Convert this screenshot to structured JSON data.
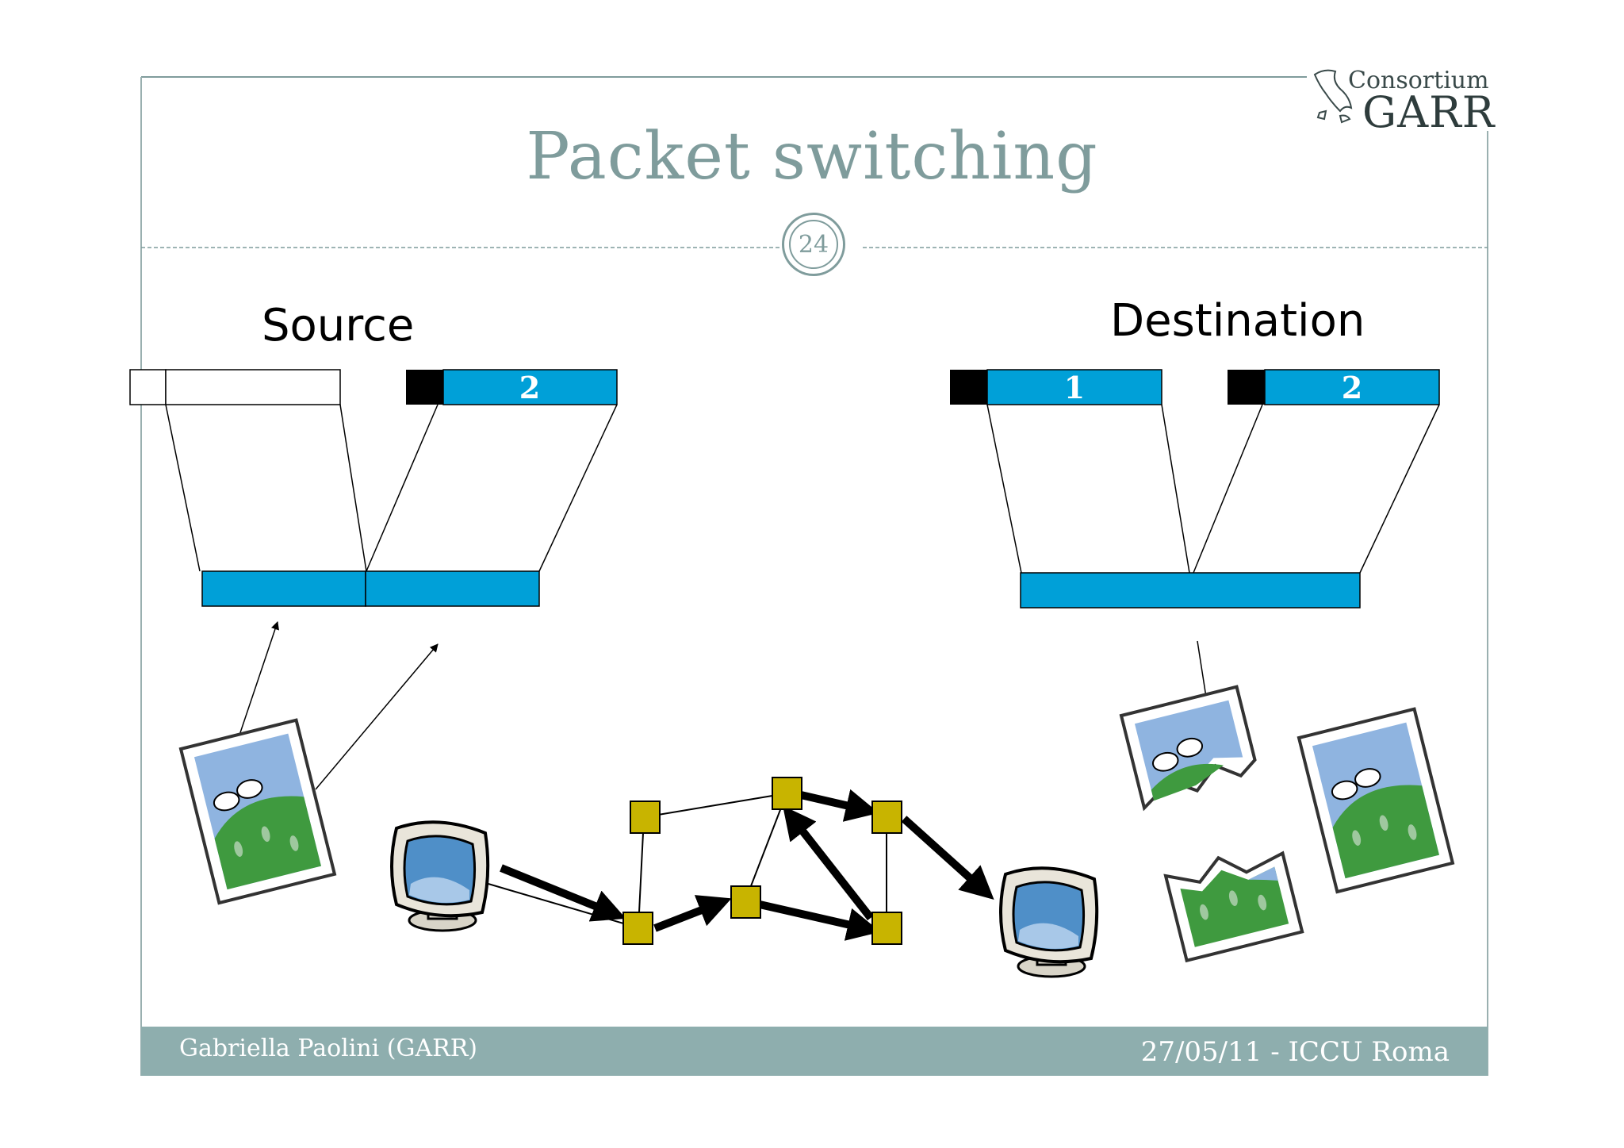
{
  "slide": {
    "title": "Packet switching",
    "page_number": "24",
    "source_label": "Source",
    "destination_label": "Destination",
    "packet_1_label": "1",
    "packet_2_label": "2",
    "footer_left": "Gabriella Paolini (GARR)",
    "footer_right": "27/05/11 - ICCU Roma"
  },
  "logo": {
    "top_text": "Consortium",
    "main_text": "GARR"
  },
  "colors": {
    "accent": "#7f9c9c",
    "footer_bar": "#8eaeae",
    "packet_blue": "#00a0d8",
    "router_yellow": "#c8b400"
  }
}
